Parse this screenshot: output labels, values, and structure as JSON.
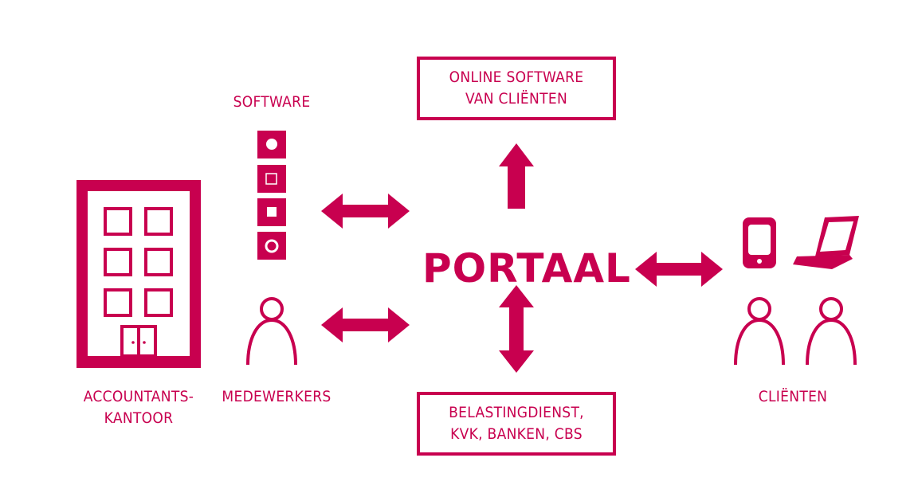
{
  "color": "#c8004f",
  "software_label": "SOFTWARE",
  "office_label": [
    "ACCOUNTANTS-",
    "KANTOOR"
  ],
  "employees_label": "MEDEWERKERS",
  "clients_label": "CLIËNTEN",
  "center_label": "PORTAAL",
  "top_box": [
    "ONLINE SOFTWARE",
    "VAN CLIËNTEN"
  ],
  "bottom_box": [
    "BELASTINGDIENST,",
    "KVK, BANKEN, CBS"
  ],
  "icons": [
    "office-building-icon",
    "software-stack-icon",
    "employee-person-icon",
    "smartphone-icon",
    "laptop-icon",
    "client-person-icon"
  ]
}
